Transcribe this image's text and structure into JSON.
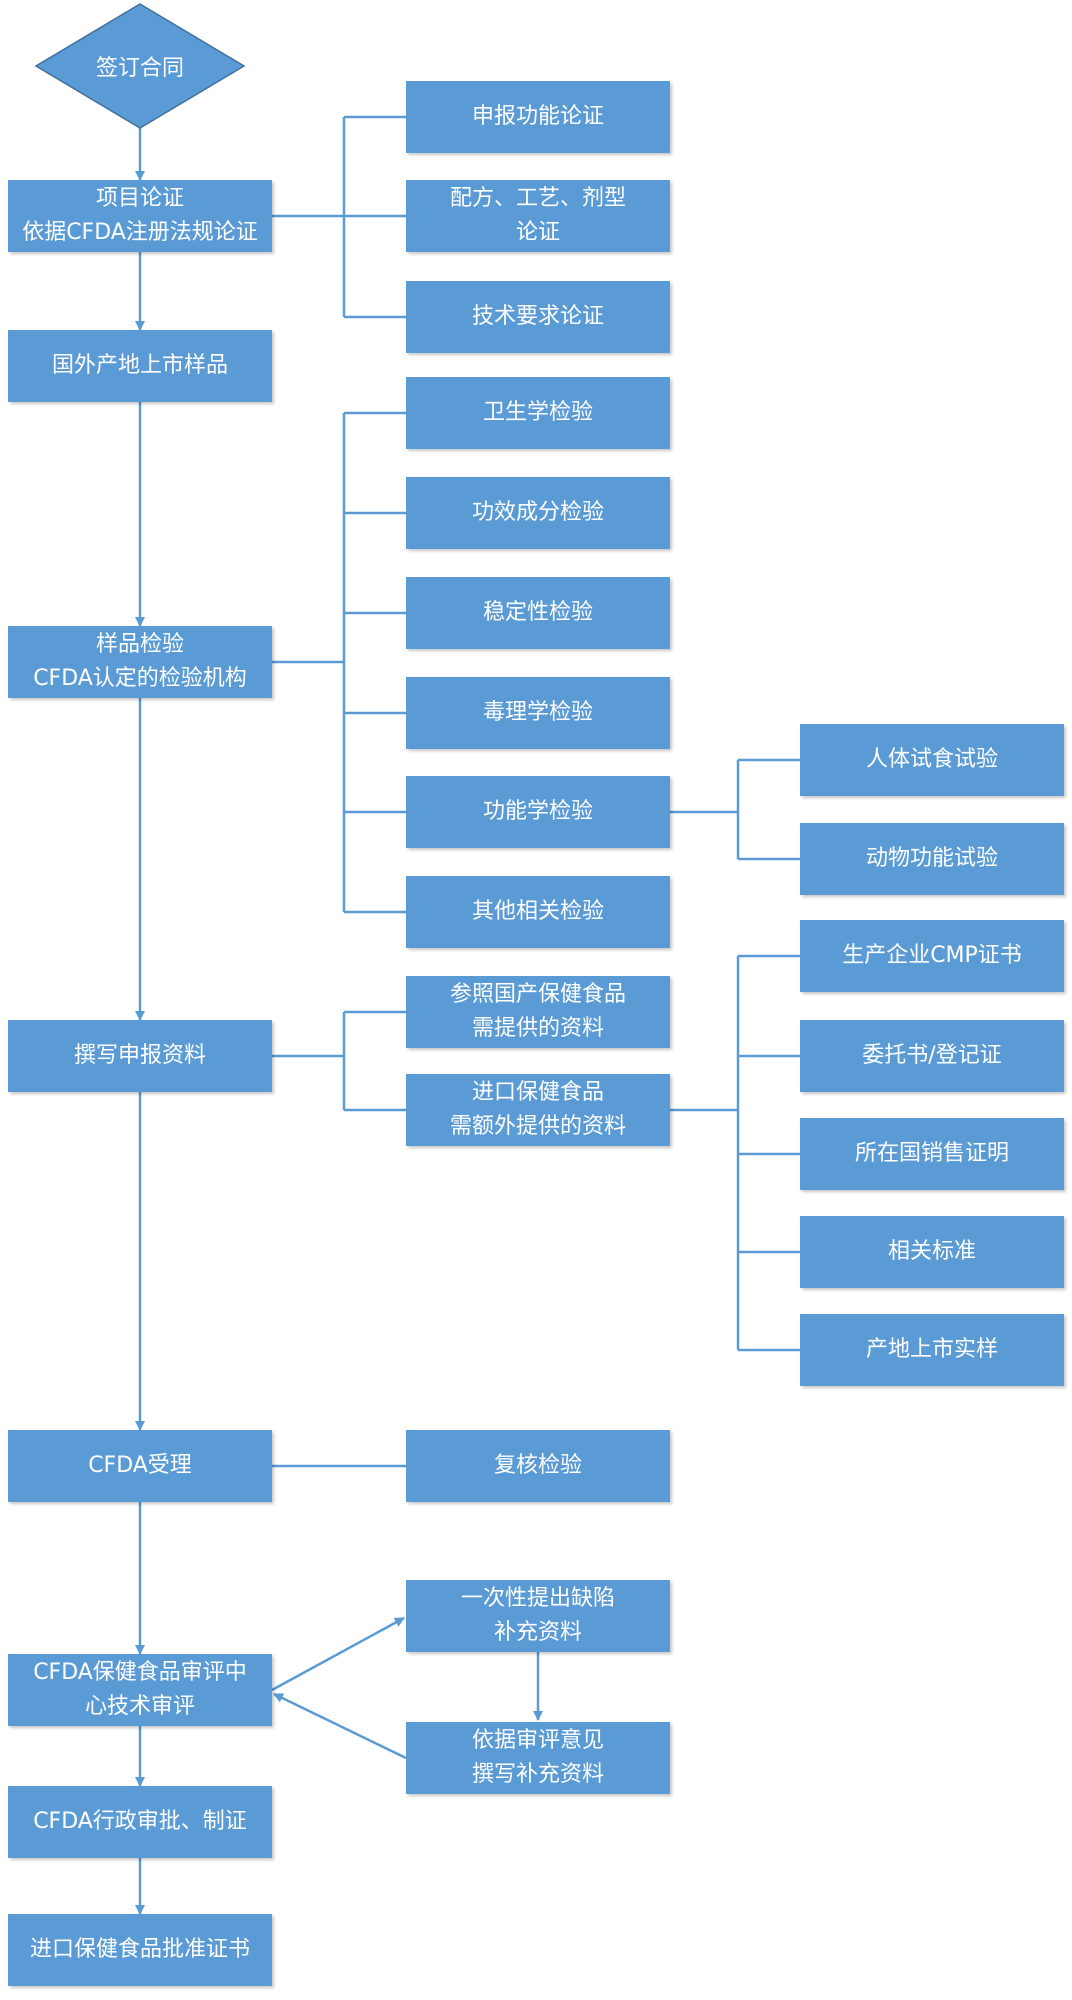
{
  "start": {
    "label": "签订合同"
  },
  "main_steps": [
    {
      "id": "project-demo",
      "lines": [
        "项目论证",
        "依据CFDA注册法规论证"
      ]
    },
    {
      "id": "foreign-sample",
      "lines": [
        "国外产地上市样品"
      ]
    },
    {
      "id": "sample-testing",
      "lines": [
        "样品检验",
        "CFDA认定的检验机构"
      ]
    },
    {
      "id": "write-docs",
      "lines": [
        "撰写申报资料"
      ]
    },
    {
      "id": "cfda-accept",
      "lines": [
        "CFDA受理"
      ]
    },
    {
      "id": "tech-review",
      "lines": [
        "CFDA保健食品审评中",
        "心技术审评"
      ]
    },
    {
      "id": "admin-approval",
      "lines": [
        "CFDA行政审批、制证"
      ]
    },
    {
      "id": "certificate",
      "lines": [
        "进口保健食品批准证书"
      ]
    }
  ],
  "project_branches": [
    {
      "lines": [
        "申报功能论证"
      ]
    },
    {
      "lines": [
        "配方、工艺、剂型",
        "论证"
      ]
    },
    {
      "lines": [
        "技术要求论证"
      ]
    }
  ],
  "testing_branches": [
    {
      "lines": [
        "卫生学检验"
      ]
    },
    {
      "lines": [
        "功效成分检验"
      ]
    },
    {
      "lines": [
        "稳定性检验"
      ]
    },
    {
      "lines": [
        "毒理学检验"
      ]
    },
    {
      "lines": [
        "功能学检验"
      ]
    },
    {
      "lines": [
        "其他相关检验"
      ]
    }
  ],
  "function_test_branches": [
    {
      "lines": [
        "人体试食试验"
      ]
    },
    {
      "lines": [
        "动物功能试验"
      ]
    }
  ],
  "docs_branches": [
    {
      "lines": [
        "参照国产保健食品",
        "需提供的资料"
      ]
    },
    {
      "lines": [
        "进口保健食品",
        "需额外提供的资料"
      ]
    }
  ],
  "extra_docs": [
    {
      "lines": [
        "生产企业CMP证书"
      ]
    },
    {
      "lines": [
        "委托书/登记证"
      ]
    },
    {
      "lines": [
        "所在国销售证明"
      ]
    },
    {
      "lines": [
        "相关标准"
      ]
    },
    {
      "lines": [
        "产地上市实样"
      ]
    }
  ],
  "accept_branch": {
    "lines": [
      "复核检验"
    ]
  },
  "review_loop": [
    {
      "lines": [
        "一次性提出缺陷",
        "补充资料"
      ]
    },
    {
      "lines": [
        "依据审评意见",
        "撰写补充资料"
      ]
    }
  ],
  "colors": {
    "box_fill": "#5b9bd5",
    "line": "#5b9bd5",
    "text": "#ffffff"
  }
}
